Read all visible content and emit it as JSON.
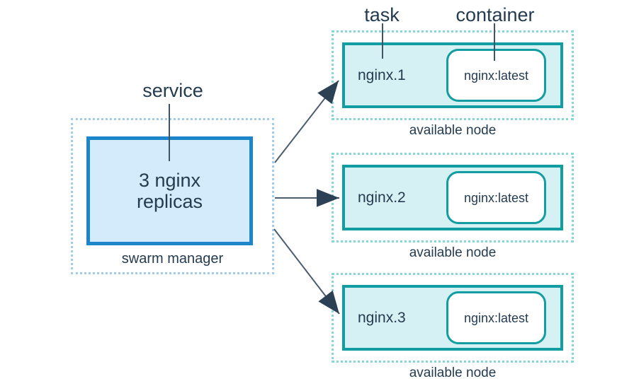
{
  "diagram": {
    "labels": {
      "service": "service",
      "task": "task",
      "container": "container"
    },
    "manager": {
      "box_label": "3 nginx replicas",
      "caption": "swarm manager"
    },
    "nodes": [
      {
        "task": "nginx.1",
        "container": "nginx:latest",
        "caption": "available node"
      },
      {
        "task": "nginx.2",
        "container": "nginx:latest",
        "caption": "available node"
      },
      {
        "task": "nginx.3",
        "container": "nginx:latest",
        "caption": "available node"
      }
    ],
    "colors": {
      "text": "#243b50",
      "pointer_line": "#3f5468",
      "arrow_line": "#4a5e70",
      "arrow_head": "#2d4154",
      "service_fill": "#d3ebfa",
      "service_border": "#1d86cb",
      "service_dashed": "#9fceee",
      "node_fill": "#d5f1f3",
      "node_border": "#119da1",
      "node_dashed": "#86d7d9",
      "container_fill": "#ffffff"
    }
  }
}
